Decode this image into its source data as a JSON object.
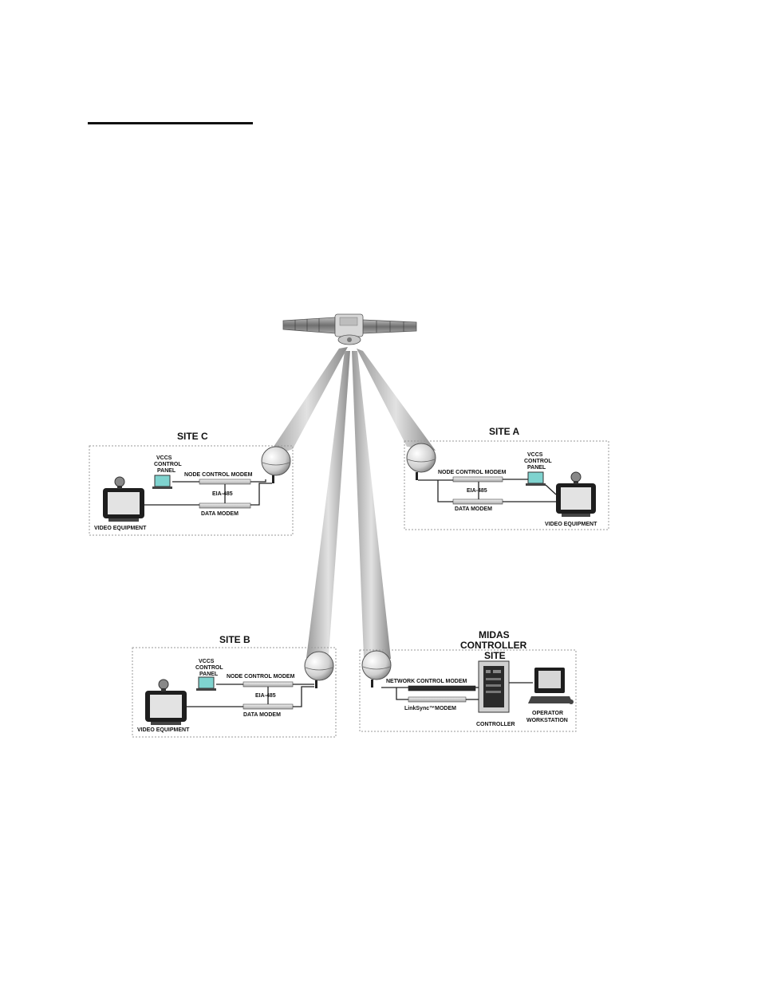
{
  "sites": {
    "c": {
      "title": "SITE C",
      "panel": [
        "VCCS",
        "CONTROL",
        "PANEL"
      ],
      "node_modem": "NODE CONTROL MODEM",
      "eia": "EIA-485",
      "data_modem": "DATA MODEM",
      "video": "VIDEO EQUIPMENT"
    },
    "a": {
      "title": "SITE A",
      "panel": [
        "VCCS",
        "CONTROL",
        "PANEL"
      ],
      "node_modem": "NODE CONTROL MODEM",
      "eia": "EIA-485",
      "data_modem": "DATA MODEM",
      "video": "VIDEO EQUIPMENT"
    },
    "b": {
      "title": "SITE B",
      "panel": [
        "VCCS",
        "CONTROL",
        "PANEL"
      ],
      "node_modem": "NODE CONTROL MODEM",
      "eia": "EIA-485",
      "data_modem": "DATA MODEM",
      "video": "VIDEO EQUIPMENT"
    },
    "midas": {
      "title": [
        "MIDAS",
        "CONTROLLER",
        "SITE"
      ],
      "network_modem": "NETWORK CONTROL MODEM",
      "linksync_modem": "LinkSync™MODEM",
      "controller": "CONTROLLER",
      "workstation": [
        "OPERATOR",
        "WORKSTATION"
      ]
    }
  },
  "colors": {
    "beam_light": "#e6e6e6",
    "beam_dark": "#7a7a7a",
    "panel_screen": "#7fd3cf",
    "dashed_border": "#9a9a9a"
  }
}
